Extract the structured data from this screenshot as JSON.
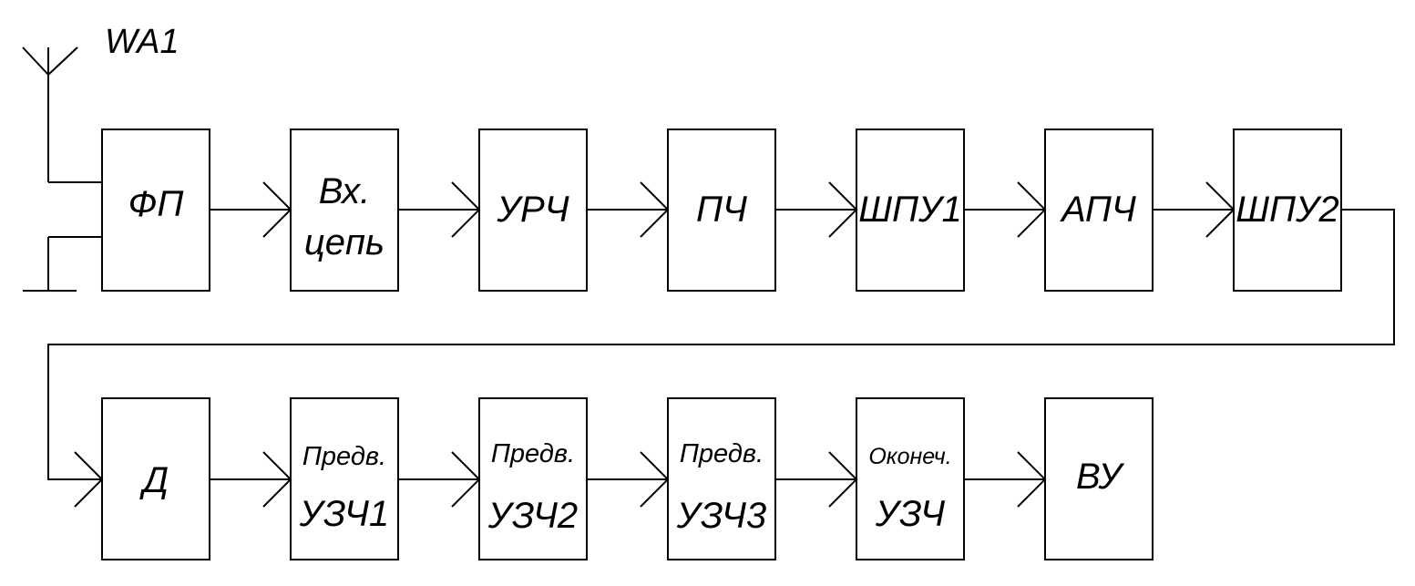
{
  "antenna_label": "WA1",
  "blocks": {
    "fp": "ФП",
    "vx_line1": "Вх.",
    "vx_line2": "цепь",
    "urch": "УРЧ",
    "pch": "ПЧ",
    "shpu1": "ШПУ1",
    "apch": "АПЧ",
    "shpu2": "ШПУ2",
    "d": "Д",
    "uzch1_line1": "Предв.",
    "uzch1_line2": "УЗЧ1",
    "uzch2_line1": "Предв.",
    "uzch2_line2": "УЗЧ2",
    "uzch3_line1": "Предв.",
    "uzch3_line2": "УЗЧ3",
    "final_line1": "Оконеч.",
    "final_line2": "УЗЧ",
    "vu": "ВУ"
  }
}
